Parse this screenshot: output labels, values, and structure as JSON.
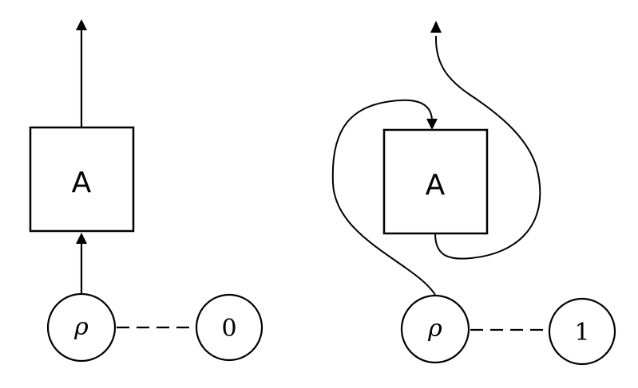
{
  "panels": [
    {
      "box_label": "A",
      "state_label": "ρ",
      "bit_label": "0",
      "wiring": "straight-through"
    },
    {
      "box_label": "A",
      "state_label": "ρ",
      "bit_label": "1",
      "wiring": "swapped-crossing"
    }
  ],
  "colors": {
    "stroke": "#000000",
    "fill": "#ffffff"
  }
}
